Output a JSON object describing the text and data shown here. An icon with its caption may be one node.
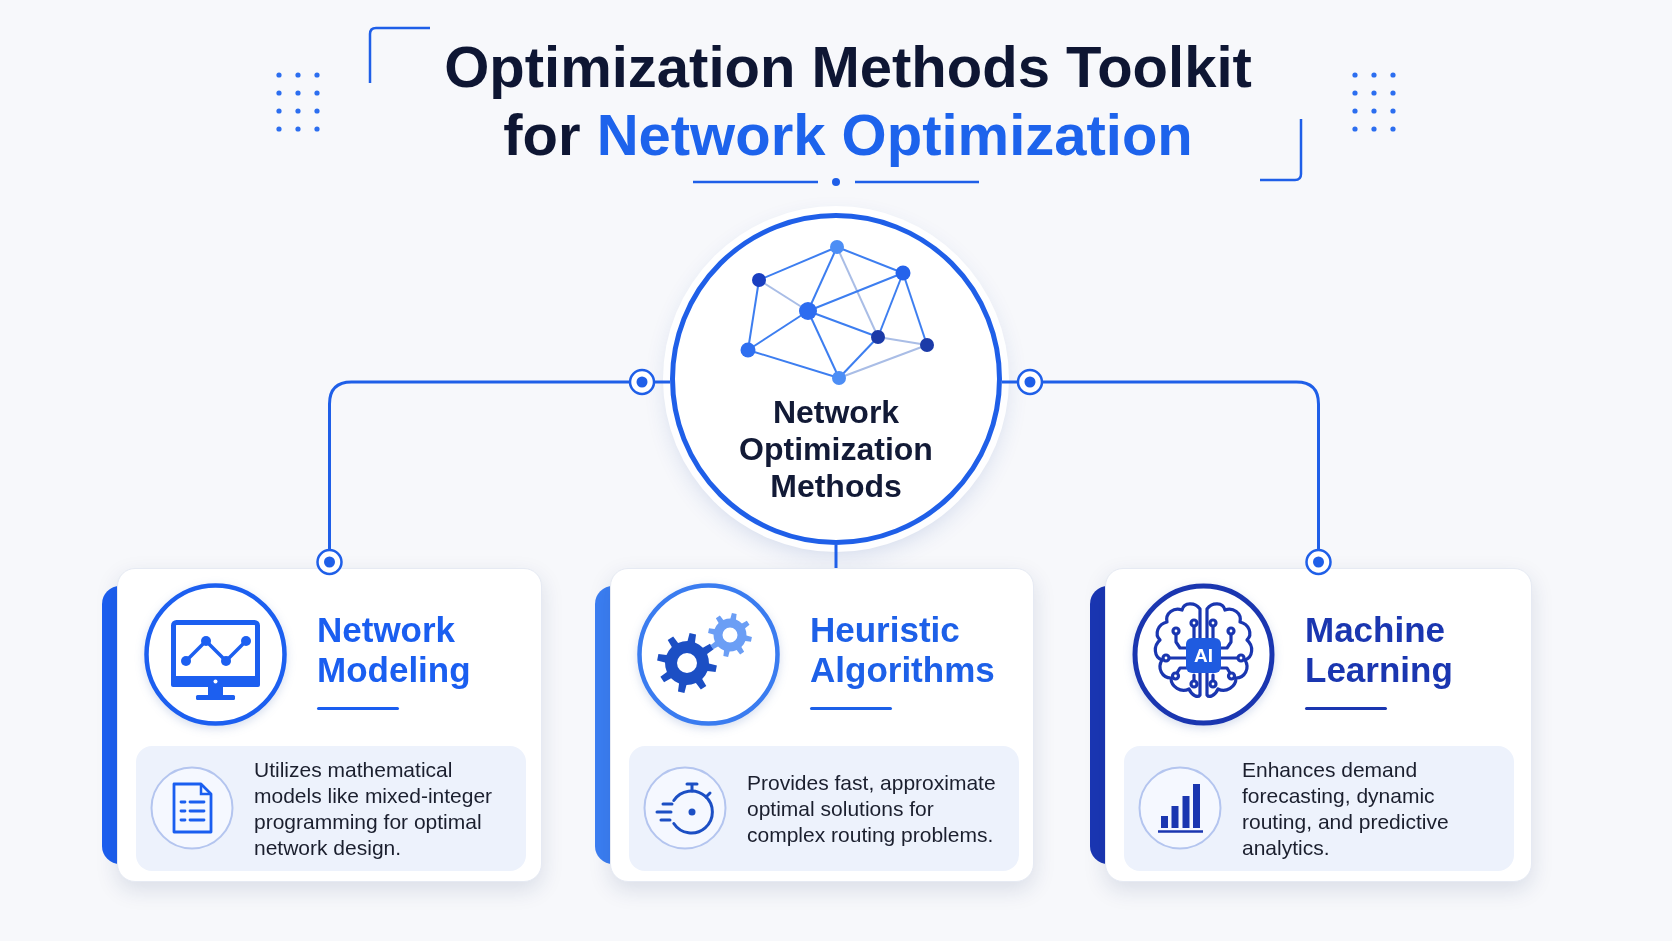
{
  "diagram": {
    "title": "Optimization Methods Toolkit for **Network Optimization**",
    "nodes": [
      {
        "text": [
          "Network Optimization Methods"
        ]
      },
      {
        "text": [
          "Network Modeling"
        ]
      },
      {
        "text": [
          "Utilizes mathematical models like mixed-integer programming for optimal network design."
        ],
        "in": 1
      },
      {
        "text": [
          "Heuristic Algorithms"
        ]
      },
      {
        "text": [
          "Provides fast, approximate optimal solutions for complex routing problems."
        ],
        "in": 3
      },
      {
        "text": [
          "Machine Learning"
        ]
      },
      {
        "text": [
          "Enhances demand forecasting, dynamic routing, and predictive analytics."
        ],
        "in": 5
      }
    ],
    "edges": [
      {
        "from": 0,
        "to": 1,
        "arrow": "other"
      },
      {
        "from": 0,
        "to": 3,
        "arrow": "none"
      },
      {
        "from": 0,
        "to": 5,
        "arrow": "other"
      }
    ],
    "labels": [
      "AI"
    ]
  }
}
